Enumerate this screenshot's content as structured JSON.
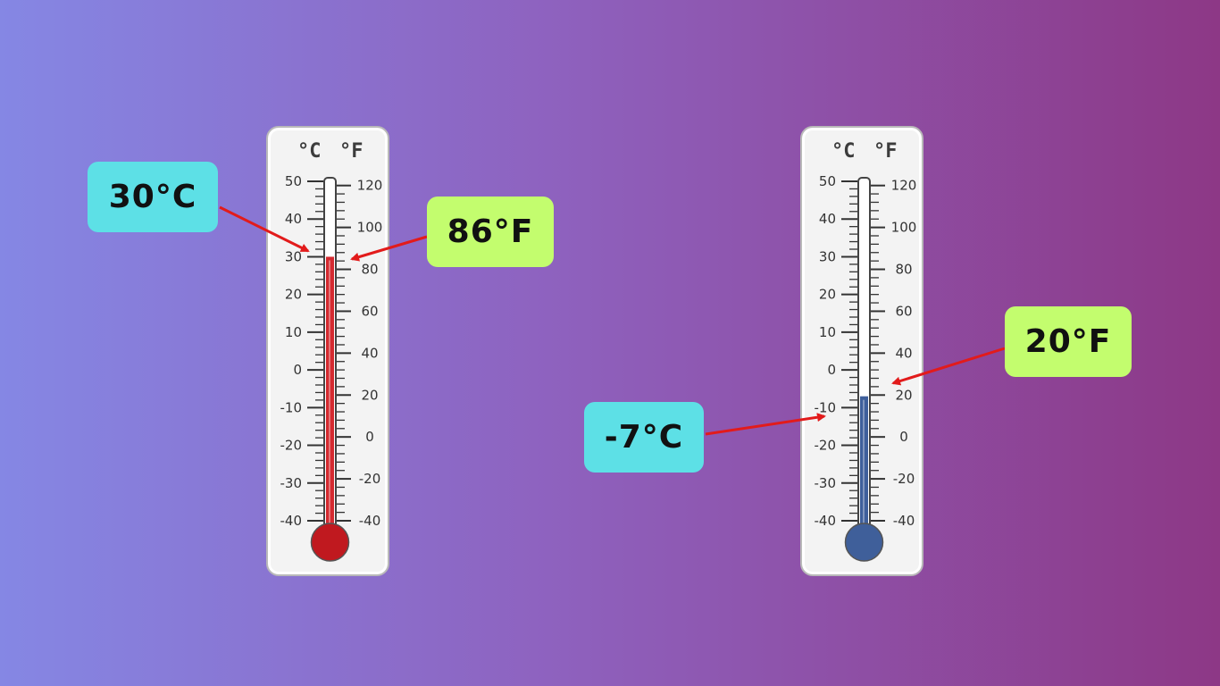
{
  "colors": {
    "mercury_hot": "#d42a30",
    "bulb_hot": "#c0191f",
    "mercury_cold": "#3e5f9b",
    "bulb_cold": "#3f5f9a",
    "arrow": "#e21b1b",
    "tag_cyan": "#5de0e6",
    "tag_lime": "#c3fd6e"
  },
  "scale": {
    "celsius_unit": "°C",
    "fahrenheit_unit": "°F",
    "celsius_ticks": [
      "50",
      "40",
      "30",
      "20",
      "10",
      "0",
      "-10",
      "-20",
      "-30",
      "-40"
    ],
    "fahrenheit_ticks": [
      "120",
      "100",
      "80",
      "60",
      "40",
      "20",
      "0",
      "-20",
      "-40"
    ]
  },
  "thermometers": [
    {
      "id": "hot",
      "celsius_value": 30,
      "fahrenheit_value": 86,
      "celsius_label": "30°C",
      "fahrenheit_label": "86°F"
    },
    {
      "id": "cold",
      "celsius_value": -7,
      "fahrenheit_value": 20,
      "celsius_label": "-7°C",
      "fahrenheit_label": "20°F"
    }
  ]
}
